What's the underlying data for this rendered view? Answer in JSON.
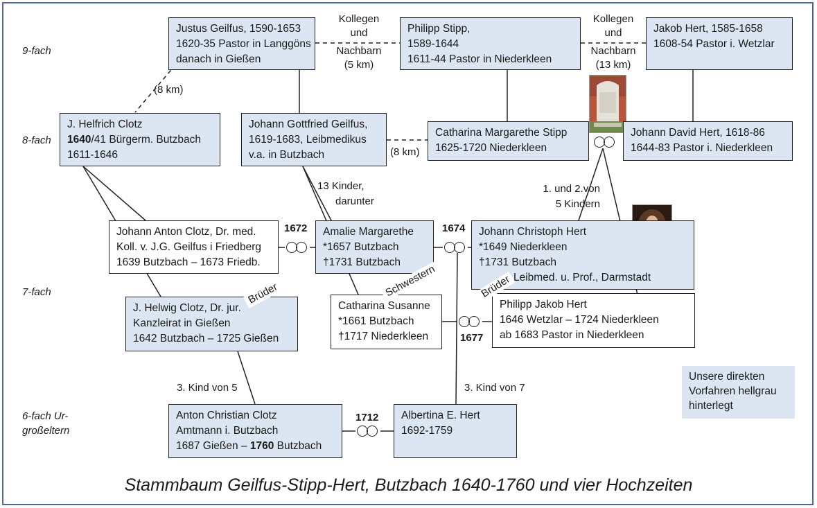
{
  "generations": [
    "9-fach",
    "8-fach",
    "7-fach",
    "6-fach Ur-",
    "großeltern"
  ],
  "persons": {
    "justus": [
      "Justus Geilfus, 1590-1653",
      "1620-35 Pastor in Langgöns",
      "danach in Gießen"
    ],
    "philipp_stipp": [
      "Philipp Stipp,",
      "1589-1644",
      "1611-44 Pastor in Niederkleen"
    ],
    "jakob_hert": [
      "Jakob Hert, 1585-1658",
      "1608-54 Pastor i. Wetzlar"
    ],
    "helfrich": {
      "line1": "J. Helfrich Clotz",
      "line2_bold": "1640",
      "line2_rest": "/41 Bürgerm. Butzbach",
      "line3": "1611-1646"
    },
    "johann_gottfried": [
      "Johann Gottfried Geilfus,",
      "1619-1683, Leibmedikus",
      "v.a. in Butzbach"
    ],
    "catharina_margarethe": [
      "Catharina Margarethe Stipp",
      "1625-1720 Niederkleen"
    ],
    "johann_david": [
      "Johann David Hert, 1618-86",
      "1644-83 Pastor i. Niederkleen"
    ],
    "johann_anton": [
      "Johann Anton Clotz, Dr. med.",
      "Koll. v. J.G. Geilfus i Friedberg",
      "1639 Butzbach – 1673 Friedb."
    ],
    "amalie": [
      "Amalie Margarethe",
      "*1657 Butzbach",
      "†1731 Butzbach"
    ],
    "johann_christoph": [
      "Johann Christoph Hert",
      "*1649 Niederkleen",
      "†1731 Butzbach",
      "Leibmed. u. Prof., Darmstadt"
    ],
    "helwig": [
      "J. Helwig Clotz, Dr. jur.",
      "Kanzleirat in Gießen",
      "1642 Butzbach – 1725 Gießen"
    ],
    "catharina_susanne": [
      "Catharina Susanne",
      "*1661 Butzbach",
      "†1717 Niederkleen"
    ],
    "philipp_jakob": [
      "Philipp Jakob Hert",
      "1646 Wetzlar – 1724 Niederkleen",
      "ab 1683 Pastor in Niederkleen"
    ],
    "anton_christian": {
      "line1": "Anton Christian Clotz",
      "line2": "Amtmann i. Butzbach",
      "line3_a": "1687 Gießen – ",
      "line3_bold": "1760",
      "line3_b": " Butzbach"
    },
    "albertina": [
      "Albertina E. Hert",
      "1692-1759"
    ]
  },
  "labels": {
    "kollegen1": [
      "Kollegen",
      "und",
      "Nachbarn",
      "(5 km)"
    ],
    "kollegen2": [
      "Kollegen",
      "und",
      "Nachbarn",
      "(13 km)"
    ],
    "km8_top": "(8 km)",
    "km8_mid": "(8 km)",
    "kinder13": [
      "13 Kinder,",
      "darunter"
    ],
    "kinder5": [
      "1. und 2.von",
      "5 Kindern"
    ],
    "kind_von_5": "3. Kind von 5",
    "kind_von_7": "3. Kind von 7",
    "brueder1": "Brüder",
    "brueder2": "Brüder",
    "schwestern": "Schwestern"
  },
  "marriages": {
    "m1672": "1672",
    "m1674": "1674",
    "m1677": "1677",
    "m1712": "1712"
  },
  "legend": [
    "Unsere direkten",
    "Vorfahren hellgrau",
    "hinterlegt"
  ],
  "caption": "Stammbaum Geilfus-Stipp-Hert, Butzbach 1640-1760 und vier Hochzeiten",
  "colors": {
    "ancestor_fill": "#dce6f2",
    "border": "#222222",
    "frame": "#4f6a96"
  }
}
